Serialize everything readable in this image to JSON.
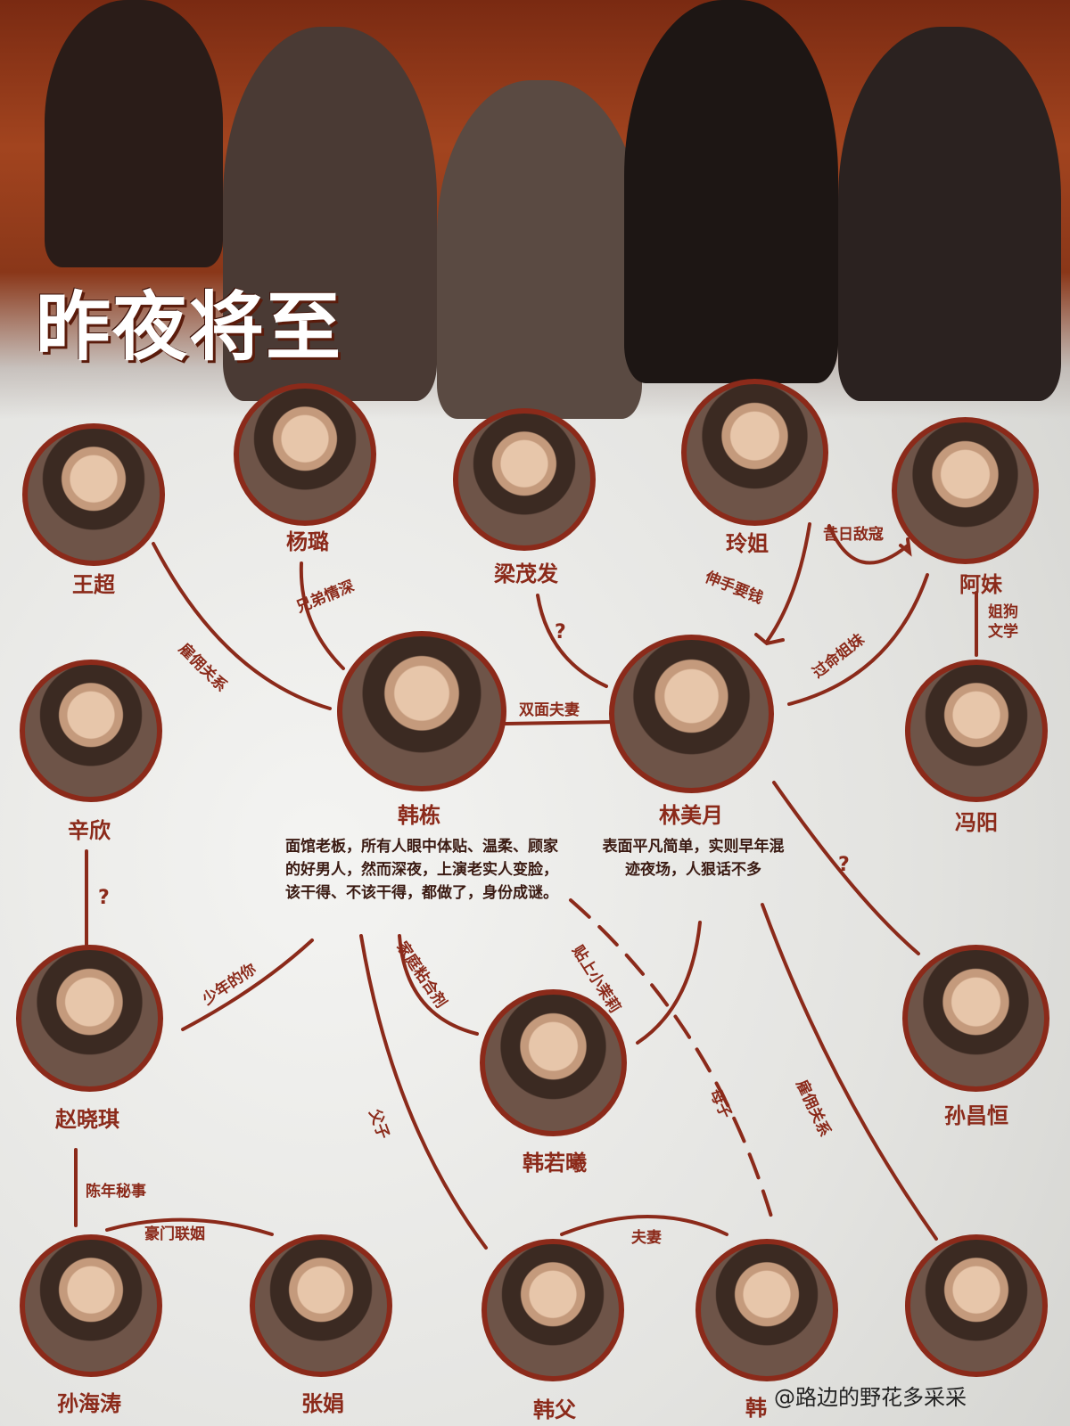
{
  "title": "昨夜将至",
  "watermark": "@路边的野花多采采",
  "characters": {
    "wangchao": "王超",
    "yanglu": "杨璐",
    "liangmaofa": "梁茂发",
    "lingjie": "玲姐",
    "amei": "阿妹",
    "handong": "韩栋",
    "linmeiyue": "林美月",
    "xinxin": "辛欣",
    "fengyang": "冯阳",
    "zhaoxiaoqi": "赵晓琪",
    "hanruoxi": "韩若曦",
    "sunchangheng": "孙昌恒",
    "sunhaitao": "孙海涛",
    "zhangjuan": "张娟",
    "hanfu": "韩父",
    "hanmu": "韩"
  },
  "relations": {
    "wangchao_handong": "雇佣关系",
    "yanglu_handong": "兄弟情深",
    "liangmaofa_linmeiyue": "?",
    "lingjie_amei": "昔日敌寇",
    "lingjie_linmeiyue": "伸手要钱",
    "amei_linmeiyue": "过命姐妹",
    "amei_fengyang_1": "姐狗",
    "amei_fengyang_2": "文学",
    "handong_linmeiyue": "双面夫妻",
    "xinxin_zhaoxiaoqi": "?",
    "zhaoxiaoqi_handong": "少年的你",
    "handong_hanruoxi": "家庭粘合剂",
    "linmeiyue_hanruoxi": "贴上小茉莉",
    "linmeiyue_sunchangheng": "?",
    "handong_hanfu": "父子",
    "handong_hanmu": "母子",
    "linmeiyue_right": "雇佣关系",
    "zhaoxiaoqi_sunhaitao": "陈年秘事",
    "sunhaitao_zhangjuan": "豪门联姻",
    "hanfu_hanmu": "夫妻"
  },
  "descriptions": {
    "handong": "面馆老板，所有人眼中体贴、温柔、顾家的好男人，然而深夜，上演老实人变脸，该干得、不该干得，都做了，身份成谜。",
    "linmeiyue": "表面平凡简单，实则早年混迹夜场，人狠话不多"
  },
  "colors": {
    "accent": "#8b2a1a",
    "banner": "#a2441f"
  }
}
